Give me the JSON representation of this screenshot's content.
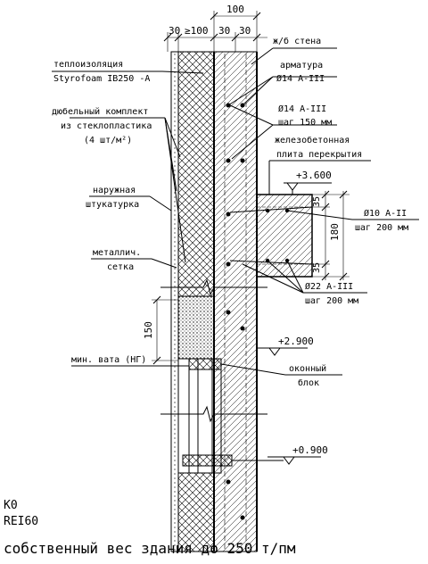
{
  "dims": {
    "top_total": "100",
    "top_30a": "30",
    "top_100": "≥100",
    "top_30b": "30",
    "top_30c": "30",
    "slab_35a": "35",
    "slab_180": "180",
    "slab_35b": "35",
    "left_150": "150"
  },
  "elevations": {
    "e1": "+3.600",
    "e2": "+2.900",
    "e3": "+0.900"
  },
  "left_labels": {
    "insulation_1": "теплоизоляция",
    "insulation_2": "Styrofoam IB250 -A",
    "dowel_1": "дюбельный комплект",
    "dowel_2": "из стеклопластика",
    "dowel_3": "(4 шт/м²)",
    "plaster_1": "наружная",
    "plaster_2": "штукатурка",
    "mesh_1": "металлич.",
    "mesh_2": "сетка",
    "minwool": "мин. вата (НГ)"
  },
  "right_labels": {
    "wall": "ж/б стена",
    "rebar": "арматура",
    "rebar_spec": "Ø14 А-III",
    "rebar2": "Ø14 А-III",
    "rebar2_step": "шаг 150 мм",
    "slab_1": "железобетонная",
    "slab_2": "плита перекрытия",
    "r10": "Ø10 А-II",
    "r10_step": "шаг 200 мм",
    "r22": "Ø22 А-III",
    "r22_step": "шаг 200 мм",
    "window_1": "оконный",
    "window_2": "блок"
  },
  "bottom": {
    "k0": "К0",
    "rei": "REI60",
    "caption": "собственный вес здания до 250 т/пм"
  }
}
